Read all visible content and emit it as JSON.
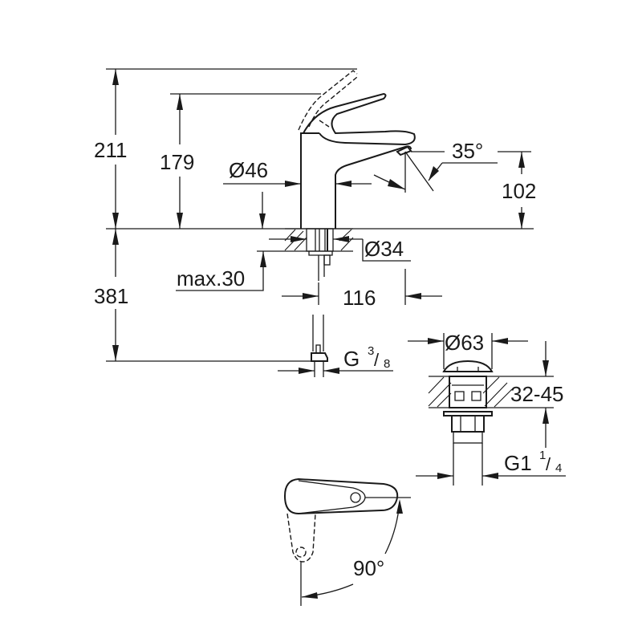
{
  "drawing": {
    "title": "Basin mixer dimension drawing",
    "colors": {
      "line": "#1a1a1a",
      "background": "#ffffff"
    },
    "dimensions": {
      "total_height": "211",
      "spout_top_height": "179",
      "body_diameter": "Ø46",
      "spout_angle": "35°",
      "outlet_height": "102",
      "hole_diameter": "Ø34",
      "max_thickness": "max.30",
      "spout_reach": "116",
      "hose_length": "381",
      "connection_thread_main": "G",
      "connection_thread_num": "3",
      "connection_thread_den": "8",
      "waste_diameter": "Ø63",
      "waste_thickness": "32-45",
      "waste_thread_main": "G1",
      "waste_thread_num": "1",
      "waste_thread_den": "4",
      "lever_rotation": "90°"
    }
  }
}
